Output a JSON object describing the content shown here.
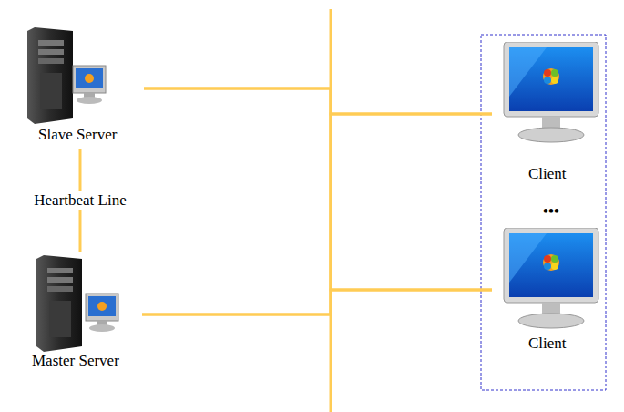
{
  "diagram": {
    "nodes": [
      {
        "text": [
          "Slave Server"
        ]
      },
      {
        "text": [
          "Master Server"
        ]
      },
      {
        "text": [
          "Client"
        ]
      },
      {
        "text": [
          "Client"
        ]
      }
    ],
    "edges": [
      {
        "from": 0,
        "to": 1,
        "label": "Heartbeat Line",
        "arrow": "none"
      },
      {
        "from": 0,
        "to": 2,
        "arrow": "none"
      },
      {
        "from": 0,
        "to": 3,
        "arrow": "none"
      },
      {
        "from": 1,
        "to": 2,
        "arrow": "none"
      },
      {
        "from": 1,
        "to": 3,
        "arrow": "none"
      }
    ],
    "labels": [
      "•••"
    ]
  }
}
